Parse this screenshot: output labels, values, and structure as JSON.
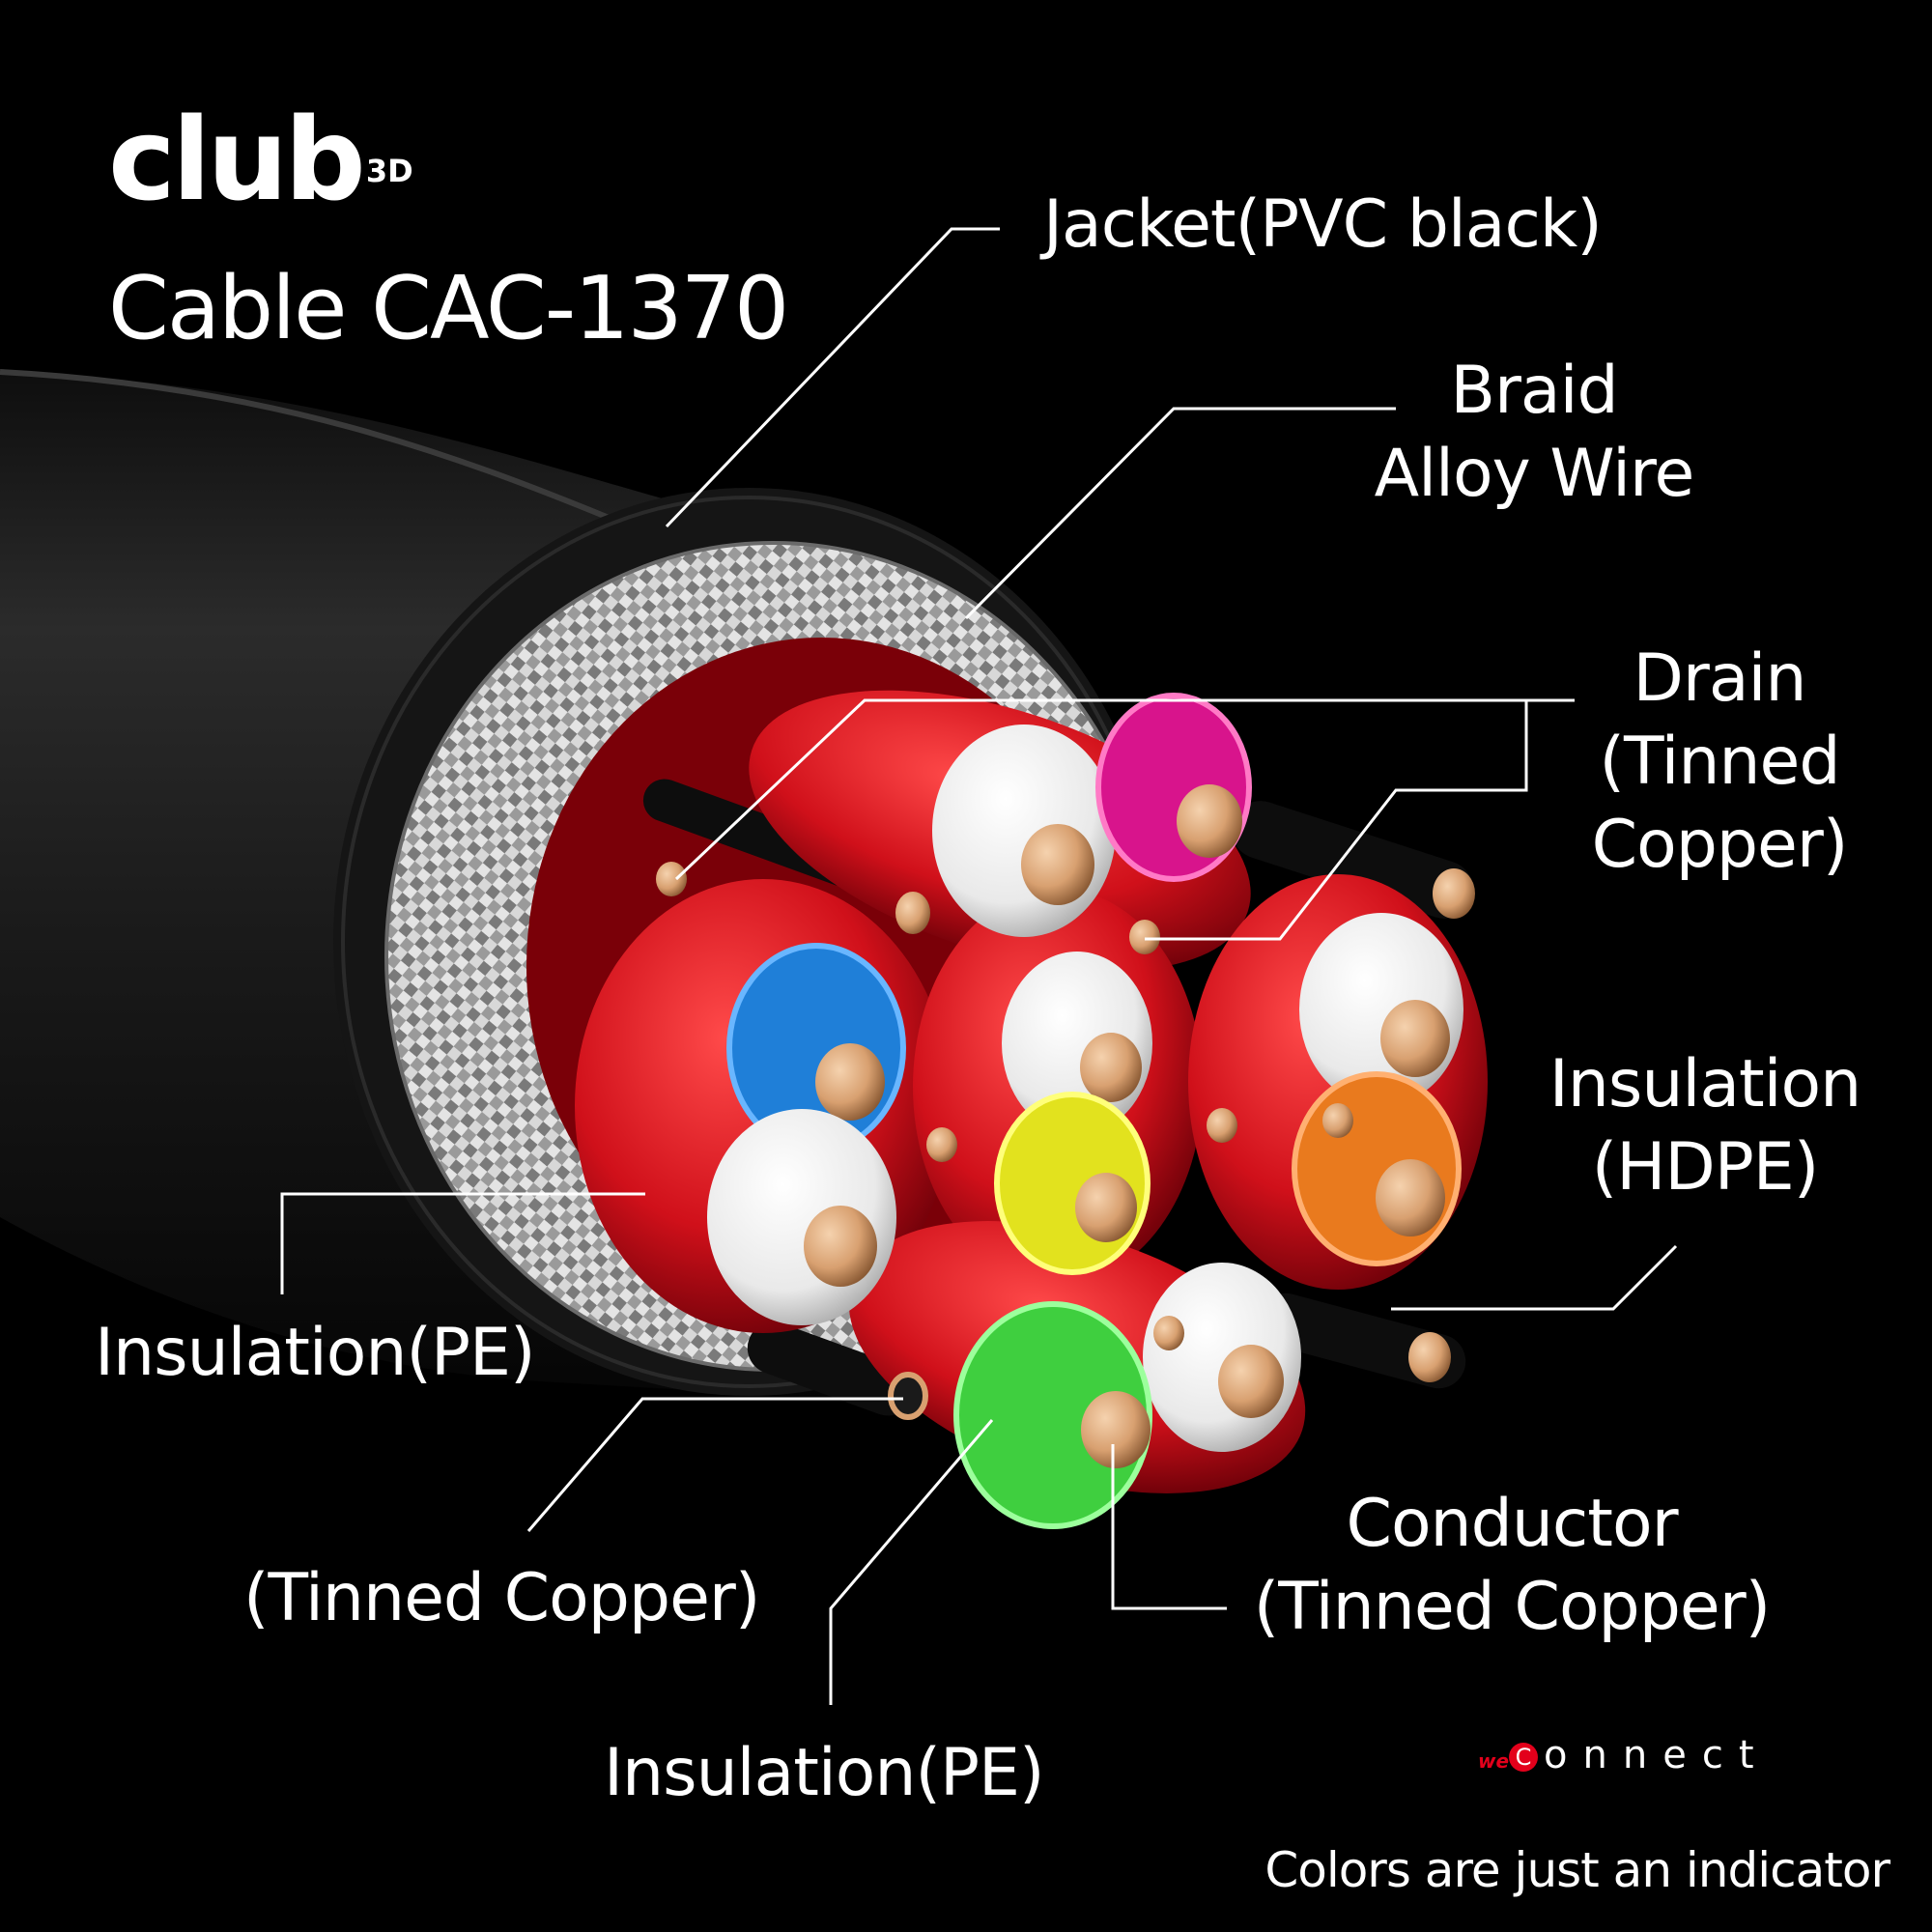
{
  "brand": {
    "logo_text": "club",
    "logo_sup": "3D",
    "product_title": "Cable CAC-1370",
    "secondary_logo_prefix": "we",
    "secondary_logo_c": "C",
    "secondary_logo_rest": "onnect",
    "disclaimer": "Colors are just an indicator"
  },
  "colors": {
    "background": "#000000",
    "jacket": "#1e1e1e",
    "braid": "#b9b9b9",
    "foil_red": "#d0101a",
    "copper": "#d8a070",
    "accent_red": "#e3001b",
    "wire_white": "#e9e9e9",
    "wire_magenta": "#d8148c",
    "wire_blue": "#1f7fd8",
    "wire_yellow": "#e2e21e",
    "wire_orange": "#e97a1e",
    "wire_green": "#3fcf3f"
  },
  "callouts": [
    {
      "id": "jacket",
      "lines": [
        "Jacket(PVC black)"
      ]
    },
    {
      "id": "braid",
      "lines": [
        "Braid",
        "Alloy Wire"
      ]
    },
    {
      "id": "drain",
      "lines": [
        "Drain",
        "(Tinned",
        "Copper)"
      ]
    },
    {
      "id": "insulation-hdpe",
      "lines": [
        "Insulation",
        "(HDPE)"
      ]
    },
    {
      "id": "insulation-pe-left",
      "lines": [
        "Insulation(PE)"
      ]
    },
    {
      "id": "tinned-copper",
      "lines": [
        "(Tinned Copper)"
      ]
    },
    {
      "id": "insulation-pe-bottom",
      "lines": [
        "Insulation(PE)"
      ]
    },
    {
      "id": "conductor",
      "lines": [
        "Conductor",
        "(Tinned Copper)"
      ]
    }
  ]
}
